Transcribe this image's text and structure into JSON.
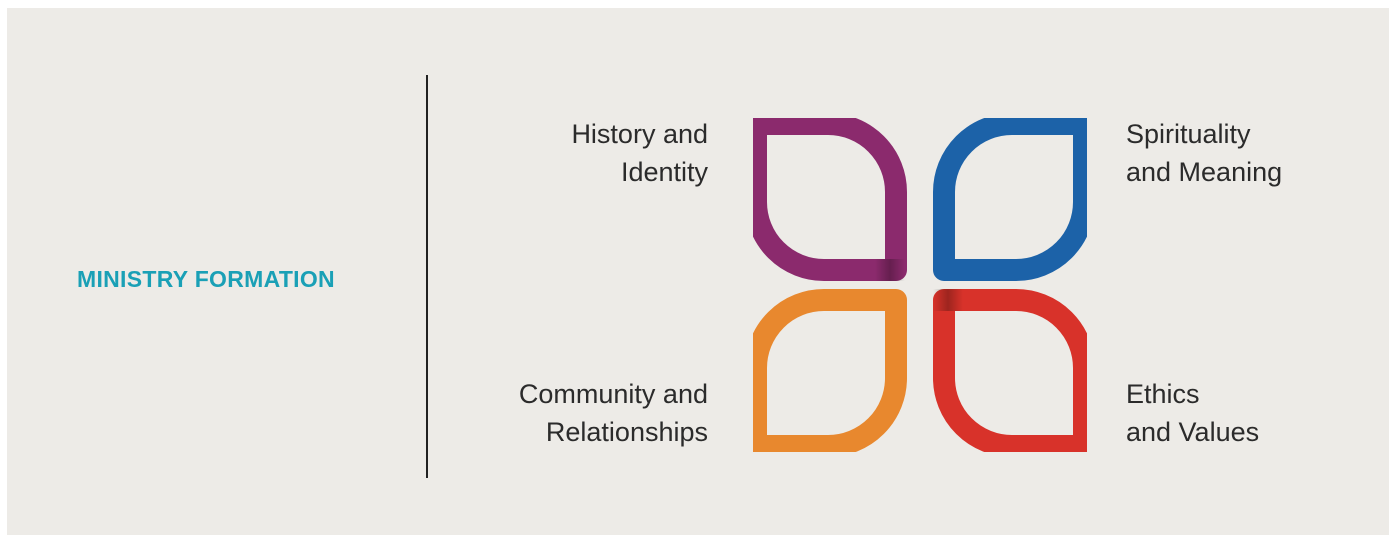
{
  "title": {
    "text": "MINISTRY FORMATION",
    "color": "#1aa0b6"
  },
  "emblem": {
    "petals": [
      {
        "id": "history",
        "line1": "History and",
        "line2": "Identity",
        "color": "#8b2a6d"
      },
      {
        "id": "spirit",
        "line1": "Spirituality",
        "line2": "and Meaning",
        "color": "#1c62a8"
      },
      {
        "id": "community",
        "line1": "Community and",
        "line2": "Relationships",
        "color": "#e8882e"
      },
      {
        "id": "ethics",
        "line1": "Ethics",
        "line2": "and Values",
        "color": "#d8322a"
      }
    ]
  }
}
